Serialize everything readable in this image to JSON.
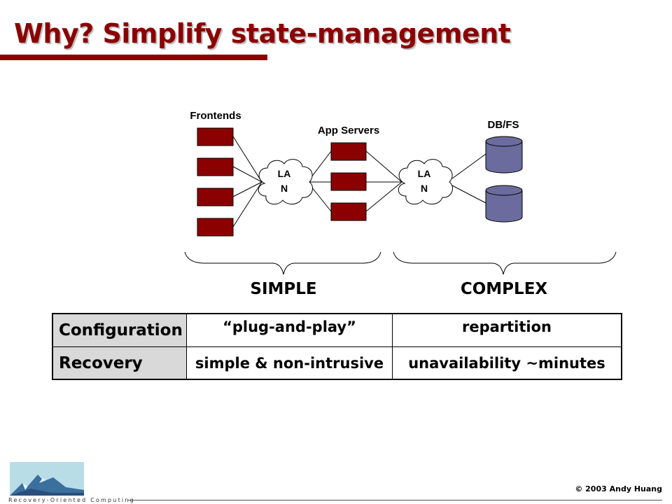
{
  "slide": {
    "title": "Why? Simplify state-management",
    "copyright": "© 2003 Andy Huang",
    "logo_text": "Recovery-Oriented Computing"
  },
  "diagram": {
    "frontends_label": "Frontends",
    "app_servers_label": "App Servers",
    "db_label": "DB/FS",
    "lan1_line1": "LA",
    "lan1_line2": "N",
    "lan2_line1": "LA",
    "lan2_line2": "N",
    "simple_label": "SIMPLE",
    "complex_label": "COMPLEX"
  },
  "table": {
    "rows": [
      {
        "header": "Configuration",
        "simple": "“plug-and-play”",
        "complex": "repartition"
      },
      {
        "header": "Recovery",
        "simple": "simple & non-intrusive",
        "complex": "unavailability ~minutes"
      }
    ]
  },
  "colors": {
    "title": "#8b0000",
    "server_fill": "#8b0000",
    "db_fill": "#6b6b9e",
    "table_header_bg": "#d9d9d9"
  }
}
